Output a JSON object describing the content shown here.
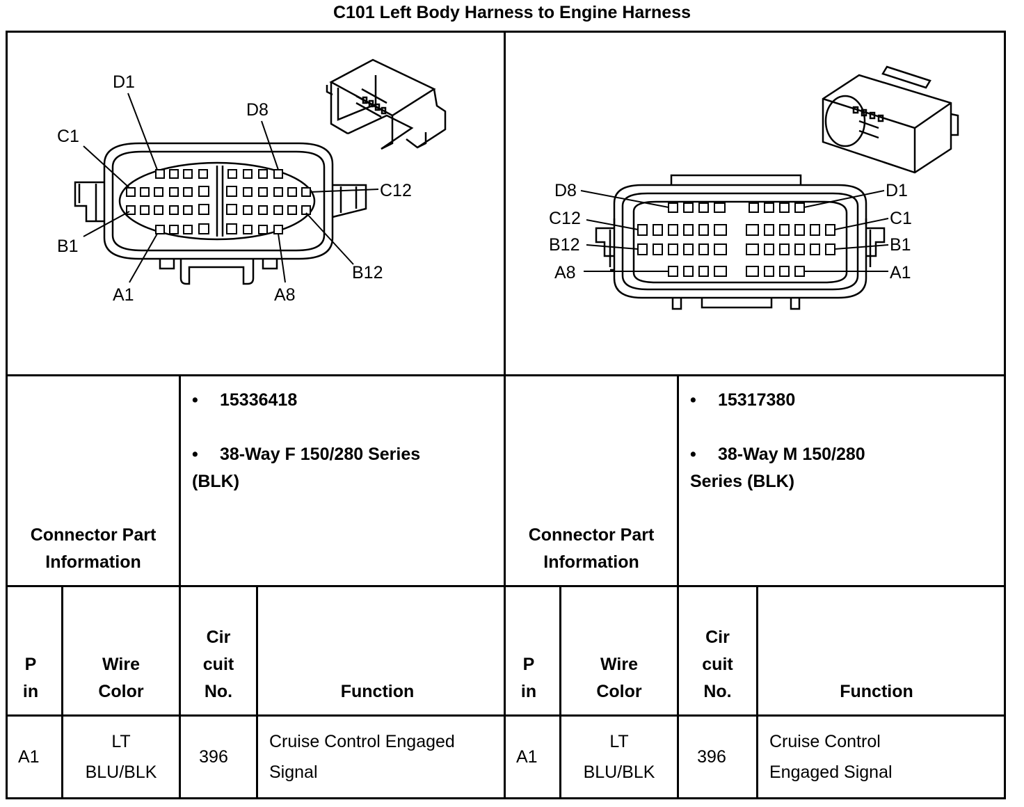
{
  "title": "C101 Left Body Harness to Engine Harness",
  "connectors": [
    {
      "pins": [
        "D1",
        "D8",
        "C1",
        "C12",
        "B1",
        "B12",
        "A1",
        "A8"
      ],
      "part_label_1": "Connector Part",
      "part_label_2": "Information",
      "part_number": "15336418",
      "description_1": "38-Way F 150/280 Series",
      "description_2": "(BLK)",
      "headers": {
        "pin_1": "P",
        "pin_2": "in",
        "wire_1": "Wire",
        "wire_2": "Color",
        "circuit_1": "Cir",
        "circuit_2": "cuit",
        "circuit_3": "No.",
        "function": "Function"
      },
      "row": {
        "pin": "A1",
        "wire_1": "LT",
        "wire_2": "BLU/BLK",
        "circuit": "396",
        "function_1": "Cruise Control Engaged",
        "function_2": "Signal"
      }
    },
    {
      "pins": [
        "D8",
        "D1",
        "C12",
        "C1",
        "B12",
        "B1",
        "A8",
        "A1"
      ],
      "part_label_1": "Connector Part",
      "part_label_2": "Information",
      "part_number": "15317380",
      "description_1": "38-Way M 150/280",
      "description_2": "Series (BLK)",
      "headers": {
        "pin_1": "P",
        "pin_2": "in",
        "wire_1": "Wire",
        "wire_2": "Color",
        "circuit_1": "Cir",
        "circuit_2": "cuit",
        "circuit_3": "No.",
        "function": "Function"
      },
      "row": {
        "pin": "A1",
        "wire_1": "LT",
        "wire_2": "BLU/BLK",
        "circuit": "396",
        "function_1": "Cruise Control",
        "function_2": "Engaged Signal"
      }
    }
  ]
}
